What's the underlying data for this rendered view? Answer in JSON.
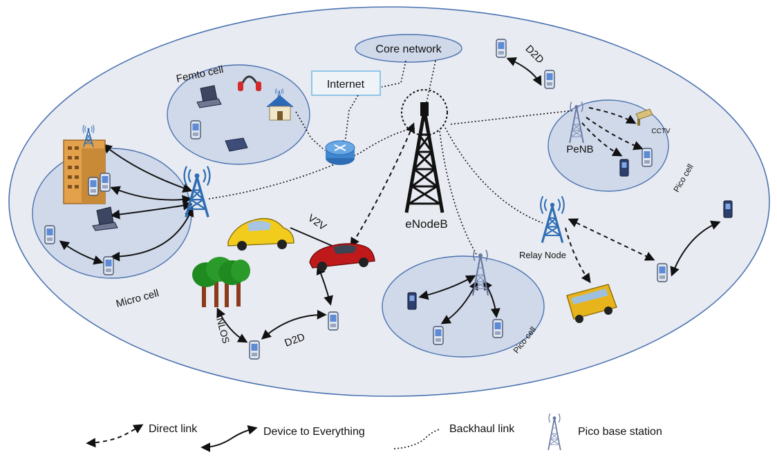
{
  "labels": {
    "core_network": "Core network",
    "internet": "Internet",
    "femto_cell": "Femto cell",
    "micro_cell": "Micro cell",
    "pico_cell_bottom": "Pico cell",
    "pico_cell_right": "Pico cell",
    "enodeb": "eNodeB",
    "penb": "PeNB",
    "cctv": "CCTV",
    "relay_node": "Relay Node",
    "d2d_top": "D2D",
    "d2d_bottom": "D2D",
    "v2v": "V2V",
    "nlos": "NLOS"
  },
  "legend": [
    {
      "id": "direct",
      "label": "Direct link",
      "style": "dashed-arrow"
    },
    {
      "id": "d2x",
      "label": "Device to Everything",
      "style": "solid-double-arrow"
    },
    {
      "id": "backhaul",
      "label": "Backhaul link",
      "style": "dotted"
    },
    {
      "id": "pico-bs",
      "label": "Pico base station",
      "style": "pico-tower-icon"
    }
  ],
  "colors": {
    "outer_cell": "#e8ebf1",
    "cell_fill": "#d0d9ea",
    "cell_stroke": "#4a72b0",
    "tower_blue": "#2e6db3",
    "tower_black": "#111111",
    "car_red": "#c0191c",
    "car_yellow": "#f2cc1c",
    "bus_yellow": "#e7b41b",
    "tree_green": "#1f8a1f",
    "internet_border": "#8fc5e8"
  }
}
